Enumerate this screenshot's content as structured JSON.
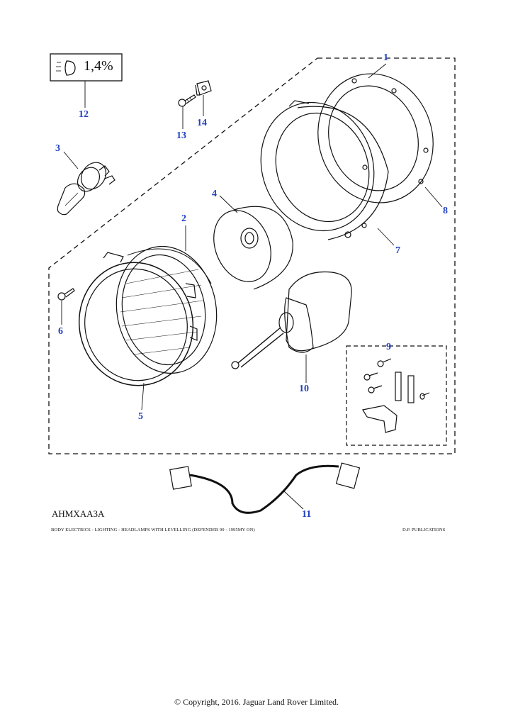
{
  "diagram": {
    "callouts": [
      {
        "id": "1",
        "label": "1"
      },
      {
        "id": "2",
        "label": "2"
      },
      {
        "id": "3",
        "label": "3"
      },
      {
        "id": "4",
        "label": "4"
      },
      {
        "id": "5",
        "label": "5"
      },
      {
        "id": "6",
        "label": "6"
      },
      {
        "id": "7",
        "label": "7"
      },
      {
        "id": "8",
        "label": "8"
      },
      {
        "id": "9",
        "label": "9"
      },
      {
        "id": "10",
        "label": "10"
      },
      {
        "id": "11",
        "label": "11"
      },
      {
        "id": "12",
        "label": "12"
      },
      {
        "id": "13",
        "label": "13"
      },
      {
        "id": "14",
        "label": "14"
      }
    ],
    "badge_text": "1,4%",
    "callout_color": "#1f3fc0"
  },
  "footer": {
    "code": "AHMXAA3A",
    "caption": "BODY ELECTRICS - LIGHTING - HEADLAMPS WITH LEVELLING  (DEFENDER 90 - 1995MY ON)",
    "publisher": "D.P. PUBLICATIONS",
    "copyright": "© Copyright, 2016. Jaguar Land Rover Limited."
  }
}
